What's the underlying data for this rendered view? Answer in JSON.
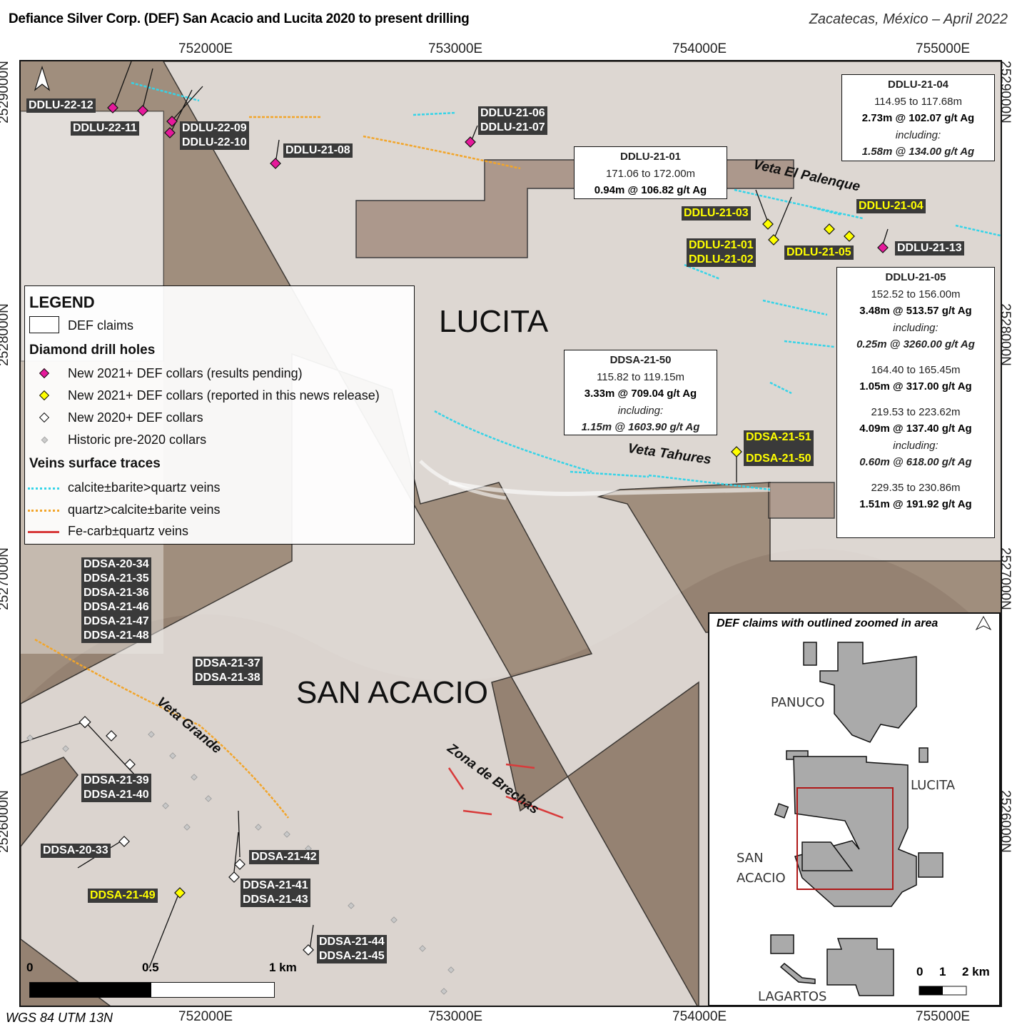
{
  "header": {
    "title": "Defiance Silver Corp. (DEF) San Acacio and Lucita 2020 to present drilling",
    "place_date": "Zacatecas, México – April 2022"
  },
  "grid": {
    "eastings": [
      "752000E",
      "753000E",
      "754000E",
      "755000E"
    ],
    "northings": [
      "2529000N",
      "2528000N",
      "2527000N",
      "2526000N"
    ]
  },
  "areas": {
    "lucita": "LUCITA",
    "san_acacio": "SAN ACACIO"
  },
  "veins": {
    "el_palenque": "Veta El Palenque",
    "tahures": "Veta Tahures",
    "grande": "Veta Grande",
    "brechas": "Zona de Brechas"
  },
  "drill_labels": [
    {
      "lines": [
        "DDLU-22-12"
      ],
      "status": "pending"
    },
    {
      "lines": [
        "DDLU-22-11"
      ],
      "status": "pending"
    },
    {
      "lines": [
        "DDLU-22-09",
        "DDLU-22-10"
      ],
      "status": "pending"
    },
    {
      "lines": [
        "DDLU-21-08"
      ],
      "status": "pending"
    },
    {
      "lines": [
        "DDLU-21-06",
        "DDLU-21-07"
      ],
      "status": "pending"
    },
    {
      "lines": [
        "DDLU-21-03"
      ],
      "status": "reported"
    },
    {
      "lines": [
        "DDLU-21-01",
        "DDLU-21-02"
      ],
      "status": "reported"
    },
    {
      "lines": [
        "DDLU-21-05"
      ],
      "status": "reported"
    },
    {
      "lines": [
        "DDLU-21-04"
      ],
      "status": "reported"
    },
    {
      "lines": [
        "DDLU-21-13"
      ],
      "status": "pending"
    },
    {
      "lines": [
        "DDSA-21-51",
        "DDSA-21-50"
      ],
      "status": "reported"
    },
    {
      "lines": [
        "DDSA-20-34",
        "DDSA-21-35",
        "DDSA-21-36",
        "DDSA-21-46",
        "DDSA-21-47",
        "DDSA-21-48"
      ],
      "status": "2020"
    },
    {
      "lines": [
        "DDSA-21-37",
        "DDSA-21-38"
      ],
      "status": "2020"
    },
    {
      "lines": [
        "DDSA-21-39",
        "DDSA-21-40"
      ],
      "status": "2020"
    },
    {
      "lines": [
        "DDSA-20-33"
      ],
      "status": "2020"
    },
    {
      "lines": [
        "DDSA-21-42"
      ],
      "status": "2020"
    },
    {
      "lines": [
        "DDSA-21-41",
        "DDSA-21-43"
      ],
      "status": "2020"
    },
    {
      "lines": [
        "DDSA-21-49"
      ],
      "status": "reported"
    },
    {
      "lines": [
        "DDSA-21-44",
        "DDSA-21-45"
      ],
      "status": "2020"
    }
  ],
  "callouts": {
    "ddlu_21_04": {
      "hole": "DDLU-21-04",
      "interval": "114.95 to 117.68m",
      "result": "2.73m @ 102.07 g/t Ag",
      "incl": "including:",
      "incl_result": "1.58m @ 134.00 g/t Ag"
    },
    "ddlu_21_01": {
      "hole": "DDLU-21-01",
      "interval": "171.06 to 172.00m",
      "result": "0.94m @ 106.82 g/t Ag"
    },
    "ddsa_21_50": {
      "hole": "DDSA-21-50",
      "interval": "115.82 to 119.15m",
      "result": "3.33m @ 709.04 g/t Ag",
      "incl": "including:",
      "incl_result": "1.15m @ 1603.90 g/t Ag"
    },
    "ddlu_21_05": {
      "hole": "DDLU-21-05",
      "i1": "152.52 to 156.00m",
      "r1": "3.48m @ 513.57 g/t Ag",
      "incl1": "including:",
      "ir1": "0.25m @ 3260.00 g/t Ag",
      "i2": "164.40 to 165.45m",
      "r2": "1.05m @ 317.00 g/t Ag",
      "i3": "219.53 to 223.62m",
      "r3": "4.09m @ 137.40 g/t Ag",
      "incl3": "including:",
      "ir3": "0.60m @ 618.00 g/t Ag",
      "i4": "229.35 to 230.86m",
      "r4": "1.51m @ 191.92 g/t Ag"
    }
  },
  "legend": {
    "title": "LEGEND",
    "claims": "DEF claims",
    "drill_heading": "Diamond drill holes",
    "pending": "New 2021+ DEF collars (results pending)",
    "reported": "New 2021+ DEF collars (reported in this news release)",
    "new2020": "New 2020+ DEF collars",
    "historic": "Historic pre-2020 collars",
    "veins_heading": "Veins surface traces",
    "calcite": "calcite±barite>quartz veins",
    "quartz": "quartz>calcite±barite veins",
    "fecarb": "Fe-carb±quartz veins"
  },
  "scalebar": {
    "zero": "0",
    "half": "0.5",
    "one": "1 km"
  },
  "inset": {
    "title": "DEF claims with outlined zoomed in area",
    "panuco": "PANUCO",
    "lucita": "LUCITA",
    "san": "SAN",
    "acacio": "ACACIO",
    "lagartos": "LAGARTOS",
    "s0": "0",
    "s1": "1",
    "s2": "2 km"
  },
  "crs": "WGS 84 UTM 13N",
  "colors": {
    "pending": "#e6199b",
    "reported": "#ffff00",
    "calcite": "#35d4e8",
    "quartz": "#f2a52a",
    "fecarb": "#d83a3a",
    "label_bg": "#3a3a3a"
  }
}
